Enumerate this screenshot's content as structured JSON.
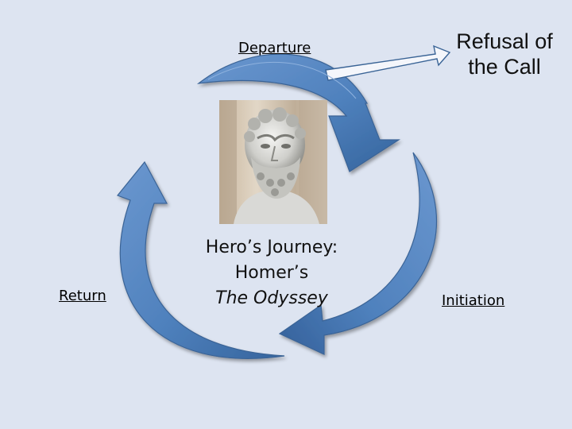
{
  "diagram": {
    "stages": {
      "departure": "Departure",
      "initiation": "Initiation",
      "return": "Return"
    },
    "refusal": {
      "line1": "Refusal of",
      "line2": "the Call"
    },
    "center": {
      "line1": "Hero’s Journey:",
      "line2": "Homer’s",
      "line3": "The Odyssey"
    },
    "image": {
      "subject": "marble bust of Homer"
    }
  },
  "colors": {
    "background": "#dde4f1",
    "arrow_fill": "#4f81bd",
    "arrow_stroke": "#3a6496",
    "refusal_arrow_fill": "#f4f6fb"
  }
}
